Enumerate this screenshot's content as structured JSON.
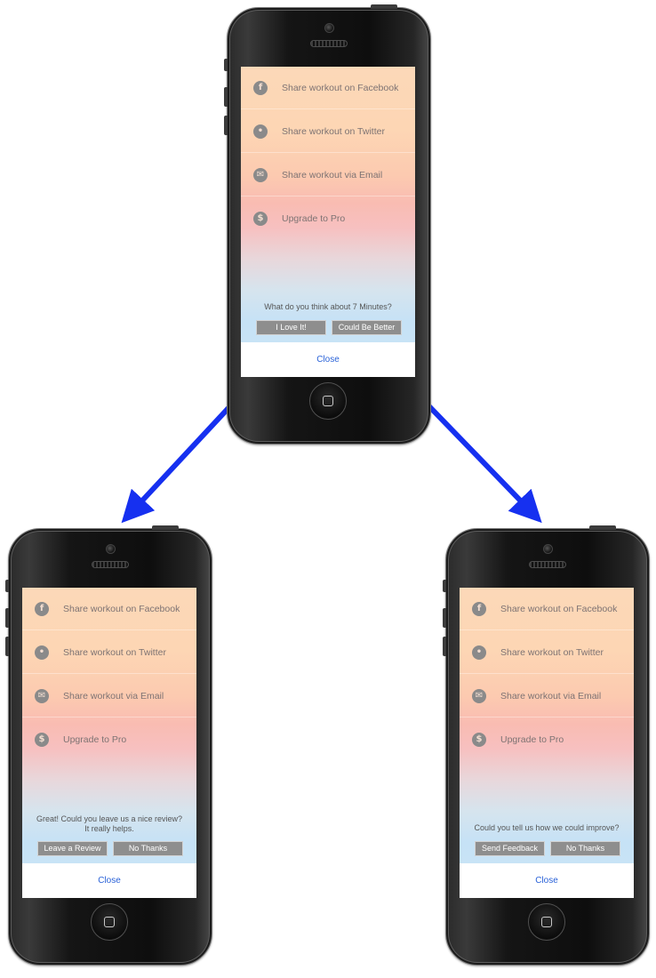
{
  "menu": [
    {
      "icon": "facebook-icon",
      "glyph": "f",
      "label": "Share workout on Facebook"
    },
    {
      "icon": "twitter-icon",
      "glyph": "•",
      "label": "Share workout on Twitter"
    },
    {
      "icon": "email-icon",
      "glyph": "✉",
      "label": "Share workout via Email"
    },
    {
      "icon": "dollar-icon",
      "glyph": "$",
      "label": "Upgrade to Pro"
    }
  ],
  "close_label": "Close",
  "phones": {
    "top": {
      "prompt": "What do you think about 7 Minutes?",
      "left_button": "I Love It!",
      "right_button": "Could Be Better"
    },
    "left": {
      "prompt": "Great! Could you leave us a nice review? It really helps.",
      "left_button": "Leave a Review",
      "right_button": "No Thanks"
    },
    "right": {
      "prompt": "Could you tell us how we could improve?",
      "left_button": "Send Feedback",
      "right_button": "No Thanks"
    }
  },
  "colors": {
    "arrow": "#1630f0",
    "link": "#2a62d8",
    "button": "#8e8e8e"
  }
}
